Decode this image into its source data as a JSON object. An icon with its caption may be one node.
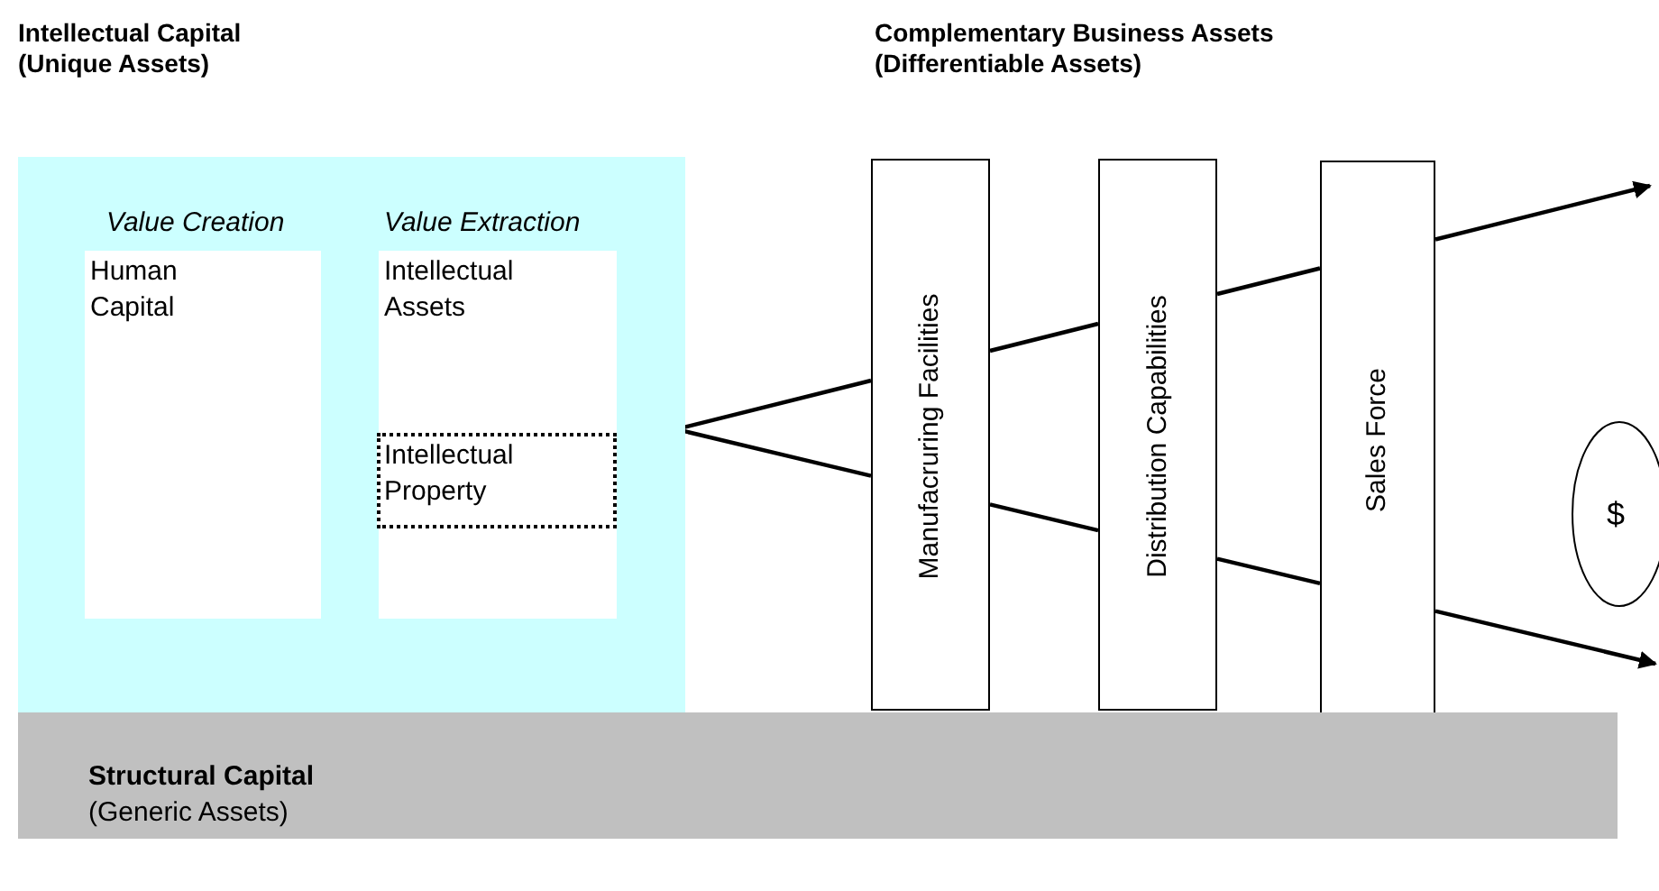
{
  "diagram": {
    "nodes": [
      {
        "text": [
          "Value Creation",
          "Value Extraction"
        ]
      },
      {
        "text": [
          "Human Capital"
        ],
        "in": 0
      },
      {
        "text": [
          "Intellectual Assets"
        ],
        "in": 0
      },
      {
        "text": [
          "Intellectual Property"
        ],
        "in": 2
      },
      {
        "text": [
          "Manufacruring Facilities"
        ]
      },
      {
        "text": [
          "Distribution Capabilities"
        ]
      },
      {
        "text": [
          "Sales Force"
        ]
      },
      {
        "text": [
          "$"
        ]
      },
      {
        "text": [
          "Structural Capital",
          "(Generic Assets)"
        ]
      }
    ],
    "edges": [
      {
        "from": 0,
        "to": 4,
        "arrow": "none"
      },
      {
        "from": 4,
        "to": 5,
        "arrow": "none"
      },
      {
        "from": 5,
        "to": 6,
        "arrow": "none"
      },
      {
        "from": 6,
        "to": null,
        "arrow": "to"
      },
      {
        "from": 0,
        "to": 4,
        "arrow": "none"
      },
      {
        "from": 4,
        "to": 5,
        "arrow": "none"
      },
      {
        "from": 5,
        "to": 6,
        "arrow": "none"
      },
      {
        "from": 6,
        "to": null,
        "arrow": "to"
      }
    ],
    "labels": [
      "Intellectual Capital (Unique Assets)",
      "Complementary Business Assets (Differentiable Assets)"
    ]
  }
}
